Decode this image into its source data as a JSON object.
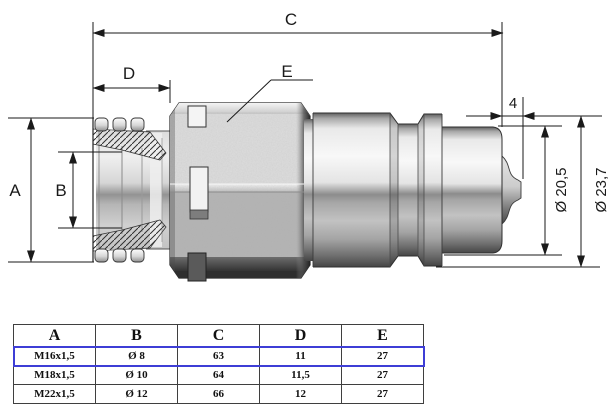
{
  "drawing": {
    "labels": {
      "total_length": "C",
      "thread_length": "D",
      "hex_size": "E",
      "thread": "A",
      "bore": "B",
      "tip_length": "4",
      "tip_dia": "Ø 20,5",
      "flange_dia": "Ø 23,7"
    }
  },
  "table": {
    "headers": [
      "A",
      "B",
      "C",
      "D",
      "E"
    ],
    "rows": [
      [
        "M16x1,5",
        "Ø 8",
        "63",
        "11",
        "27"
      ],
      [
        "M18x1,5",
        "Ø 10",
        "64",
        "11,5",
        "27"
      ],
      [
        "M22x1,5",
        "Ø 12",
        "66",
        "12",
        "27"
      ]
    ],
    "selected_row_index": 0,
    "selection_color": "#3e3ed6"
  }
}
